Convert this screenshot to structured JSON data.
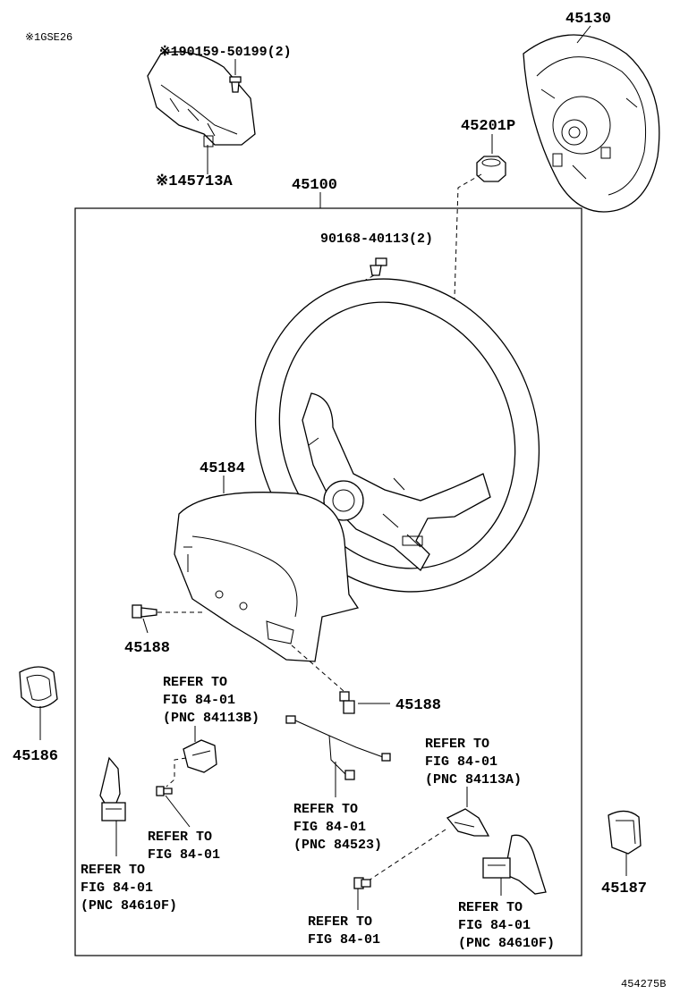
{
  "note": "※1GSE26",
  "labels": {
    "p45130": "45130",
    "p90159": "※190159-50199(2)",
    "p45713A": "※145713A",
    "p45201P": "45201P",
    "p45100": "45100",
    "p90168": "90168-40113(2)",
    "p45184": "45184",
    "p45188a": "45188",
    "p45188b": "45188",
    "p45186": "45186",
    "p45187": "45187"
  },
  "refs": {
    "r1": [
      "REFER TO",
      "FIG 84-01",
      "(PNC 84113B)"
    ],
    "r2": [
      "REFER TO",
      "FIG 84-01"
    ],
    "r3": [
      "REFER TO",
      "FIG 84-01",
      "(PNC 84610F)"
    ],
    "r4": [
      "REFER TO",
      "FIG 84-01",
      "(PNC 84523)"
    ],
    "r5": [
      "REFER TO",
      "FIG 84-01",
      "(PNC 84113A)"
    ],
    "r6": [
      "REFER TO",
      "FIG 84-01"
    ],
    "r7": [
      "REFER TO",
      "FIG 84-01",
      "(PNC 84610F)"
    ]
  },
  "footer_code": "454275B"
}
